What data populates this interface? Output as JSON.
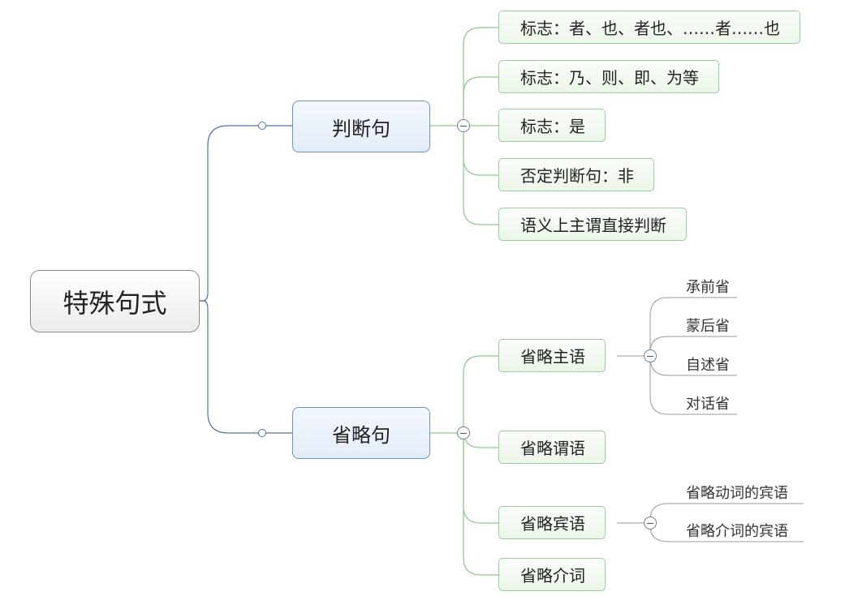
{
  "root": {
    "label": "特殊句式"
  },
  "branches": [
    {
      "label": "判断句",
      "children": [
        {
          "label": "标志：者、也、者也、……者……也"
        },
        {
          "label": "标志：乃、则、即、为等"
        },
        {
          "label": "标志：是"
        },
        {
          "label": "否定判断句：非"
        },
        {
          "label": "语义上主谓直接判断"
        }
      ]
    },
    {
      "label": "省略句",
      "children": [
        {
          "label": "省略主语",
          "children": [
            "承前省",
            "蒙后省",
            "自述省",
            "对话省"
          ]
        },
        {
          "label": "省略谓语"
        },
        {
          "label": "省略宾语",
          "children": [
            "省略动词的宾语",
            "省略介词的宾语"
          ]
        },
        {
          "label": "省略介词"
        }
      ]
    }
  ],
  "colors": {
    "root_border": "#8a8a8a",
    "main_border": "#6f92bf",
    "main_link": "#4f74a8",
    "sub_border": "#9dcc9e",
    "sub_link": "#8fc78f",
    "leaf_link": "#9a9a9a"
  }
}
